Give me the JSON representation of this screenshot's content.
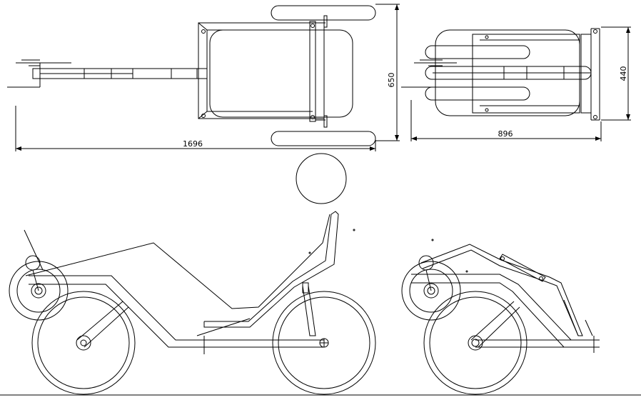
{
  "dimensions": {
    "top_overall_length": "1696",
    "top_width": "650",
    "folded_length": "896",
    "folded_width": "440"
  }
}
